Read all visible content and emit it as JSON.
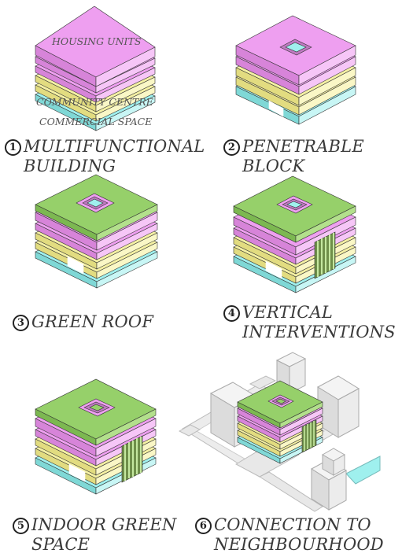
{
  "labels": {
    "housing": "HOUSING UNITS",
    "community": "COMMUNITY CENTRE",
    "commercial": "COMMERCIAL SPACE"
  },
  "steps": [
    {
      "number": "1",
      "line1": "MULTIFUNCTIONAL",
      "line2": "BUILDING"
    },
    {
      "number": "2",
      "line1": "PENETRABLE",
      "line2": "BLOCK"
    },
    {
      "number": "3",
      "line1": "GREEN ROOF",
      "line2": ""
    },
    {
      "number": "4",
      "line1": "VERTICAL",
      "line2": "INTERVENTIONS"
    },
    {
      "number": "5",
      "line1": "INDOOR GREEN",
      "line2": "SPACE"
    },
    {
      "number": "6",
      "line1": "CONNECTION TO",
      "line2": "NEIGHBOURHOOD"
    }
  ],
  "colors": {
    "housing": "#ee9ff0",
    "community": "#f4f0a3",
    "commercial": "#9ff0ee",
    "roof_green": "#96d06a",
    "context_grey": "#e4e4e4"
  }
}
